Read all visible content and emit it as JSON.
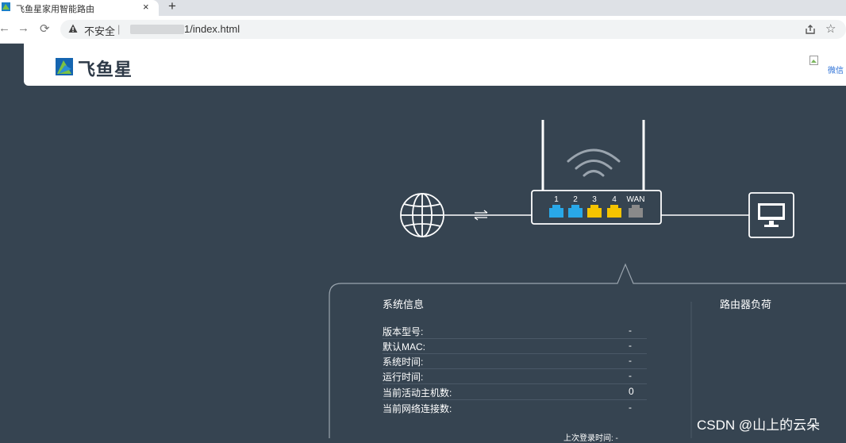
{
  "browser": {
    "tab_title": "飞鱼星家用智能路由",
    "tab_close": "×",
    "new_tab": "+",
    "security_label": "不安全",
    "separator": "|",
    "url": "1/index.html"
  },
  "header": {
    "logo_text": "飞鱼星",
    "wechat_link": "微信"
  },
  "router": {
    "ports": [
      {
        "label": "1",
        "color": "#29a8e8"
      },
      {
        "label": "2",
        "color": "#29a8e8"
      },
      {
        "label": "3",
        "color": "#f5c400"
      },
      {
        "label": "4",
        "color": "#f5c400"
      },
      {
        "label": "WAN",
        "color": "#8a8a8a"
      }
    ]
  },
  "system_info": {
    "title": "系统信息",
    "rows": [
      {
        "label": "版本型号:",
        "value": "-"
      },
      {
        "label": "默认MAC:",
        "value": "-"
      },
      {
        "label": "系统时间:",
        "value": "-"
      },
      {
        "label": "运行时间:",
        "value": "-"
      },
      {
        "label": "当前活动主机数:",
        "value": "0"
      },
      {
        "label": "当前网络连接数:",
        "value": "-"
      }
    ],
    "last_login": "上次登录时间: -"
  },
  "router_load": {
    "title": "路由器负荷"
  },
  "watermark": "CSDN @山上的云朵",
  "colors": {
    "background": "#364451",
    "line": "#ffffff"
  }
}
